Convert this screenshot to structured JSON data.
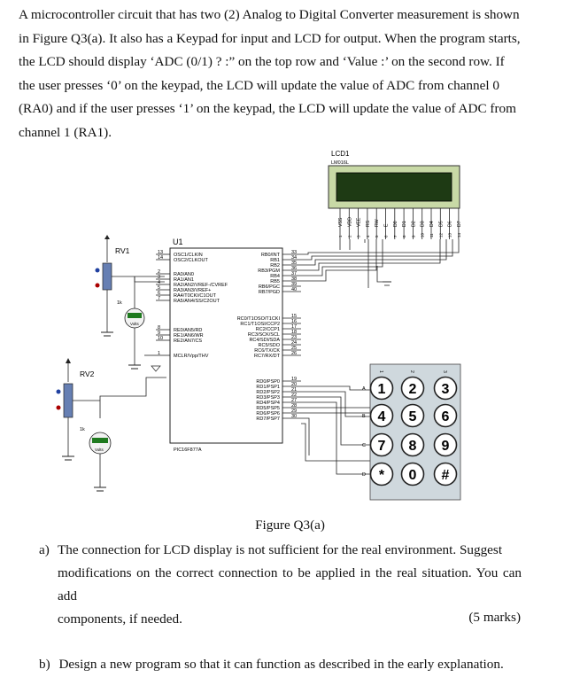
{
  "intro_lines": [
    "A microcontroller circuit that has two (2) Analog to Digital Converter measurement is shown",
    "in Figure Q3(a). It also has a Keypad for input and LCD for output. When the program starts,",
    "the LCD should display ‘ADC (0/1) ? :” on the top row and ‘Value :’ on the second row. If",
    "the user presses ‘0’ on the keypad, the LCD will update the value of ADC from channel 0",
    "(RA0) and if the user presses ‘1’ on the keypad, the LCD will update the value of ADC from",
    "channel 1 (RA1)."
  ],
  "lcd": {
    "name": "LCD1",
    "model": "LM016L",
    "pins": [
      "VSS",
      "VDD",
      "VEE",
      "RS",
      "RW",
      "E",
      "D0",
      "D1",
      "D2",
      "D3",
      "D4",
      "D5",
      "D6",
      "D7"
    ]
  },
  "mcu": {
    "name": "U1",
    "part": "PIC16F877A",
    "left_pins": [
      {
        "num": "13",
        "label": "OSC1/CLKIN"
      },
      {
        "num": "14",
        "label": "OSC2/CLKOUT"
      },
      {
        "num": "2",
        "label": "RA0/AN0"
      },
      {
        "num": "3",
        "label": "RA1/AN1"
      },
      {
        "num": "4",
        "label": "RA2/AN2/VREF-/CVREF"
      },
      {
        "num": "5",
        "label": "RA3/AN3/VREF+"
      },
      {
        "num": "6",
        "label": "RA4/T0CKI/C1OUT"
      },
      {
        "num": "7",
        "label": "RA5/AN4/SS/C2OUT"
      },
      {
        "num": "8",
        "label": "RE0/AN5/RD"
      },
      {
        "num": "9",
        "label": "RE1/AN6/WR"
      },
      {
        "num": "10",
        "label": "RE2/AN7/CS"
      },
      {
        "num": "1",
        "label": "MCLR/Vpp/THV"
      }
    ],
    "right_pins": [
      {
        "num": "33",
        "label": "RB0/INT"
      },
      {
        "num": "34",
        "label": "RB1"
      },
      {
        "num": "35",
        "label": "RB2"
      },
      {
        "num": "36",
        "label": "RB3/PGM"
      },
      {
        "num": "37",
        "label": "RB4"
      },
      {
        "num": "38",
        "label": "RB5"
      },
      {
        "num": "39",
        "label": "RB6/PGC"
      },
      {
        "num": "40",
        "label": "RB7/PGD"
      },
      {
        "num": "15",
        "label": "RC0/T1OSO/T1CKI"
      },
      {
        "num": "16",
        "label": "RC1/T1OSI/CCP2"
      },
      {
        "num": "17",
        "label": "RC2/CCP1"
      },
      {
        "num": "18",
        "label": "RC3/SCK/SCL"
      },
      {
        "num": "23",
        "label": "RC4/SDI/SDA"
      },
      {
        "num": "24",
        "label": "RC5/SDO"
      },
      {
        "num": "25",
        "label": "RC6/TX/CK"
      },
      {
        "num": "26",
        "label": "RC7/RX/DT"
      },
      {
        "num": "19",
        "label": "RD0/PSP0"
      },
      {
        "num": "20",
        "label": "RD1/PSP1"
      },
      {
        "num": "21",
        "label": "RD2/PSP2"
      },
      {
        "num": "22",
        "label": "RD3/PSP3"
      },
      {
        "num": "27",
        "label": "RD4/PSP4"
      },
      {
        "num": "28",
        "label": "RD5/PSP5"
      },
      {
        "num": "29",
        "label": "RD6/PSP6"
      },
      {
        "num": "30",
        "label": "RD7/PSP7"
      }
    ]
  },
  "pot1": {
    "name": "RV1",
    "value": "1k",
    "meter": "Volts"
  },
  "pot2": {
    "name": "RV2",
    "value": "1k",
    "meter": "Volts"
  },
  "keypad": {
    "rows": [
      "A",
      "B",
      "C",
      "D"
    ],
    "cols": [
      "1",
      "2",
      "3"
    ],
    "keys": [
      "1",
      "2",
      "3",
      "4",
      "5",
      "6",
      "7",
      "8",
      "9",
      "*",
      "0",
      "#"
    ]
  },
  "caption": "Figure Q3(a)",
  "question_a": {
    "letter": "a)",
    "lines": [
      "The connection for LCD display is not sufficient for the real environment. Suggest",
      "modifications on the correct connection to be applied in the real situation. You can add",
      "components, if needed."
    ],
    "marks": "(5 marks)"
  },
  "question_b": {
    "letter": "b)",
    "text": "Design a new program so that it can function as described in the early explanation."
  }
}
